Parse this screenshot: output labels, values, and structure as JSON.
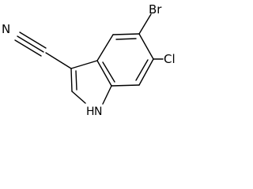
{
  "molecule": {
    "atoms": {
      "nitrile_n": "N",
      "bromo": "Br",
      "chloro": "Cl",
      "indole_nh": "H",
      "indole_n": "N"
    }
  },
  "colors": {
    "bond": "#000000",
    "label": "#000000",
    "background": "#ffffff"
  }
}
